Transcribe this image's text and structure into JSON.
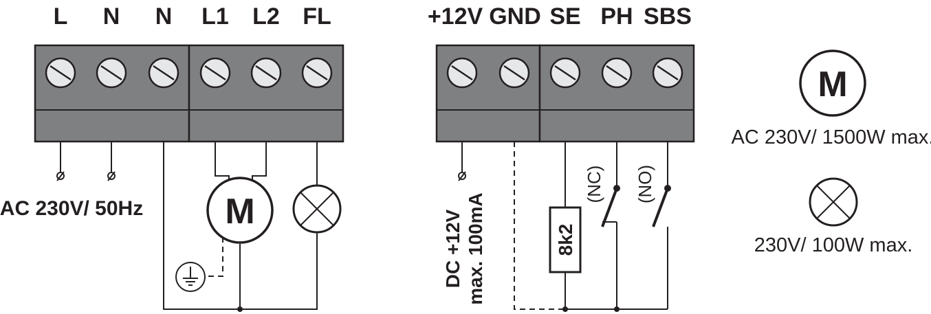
{
  "left_terminals": [
    "L",
    "N",
    "N",
    "L1",
    "L2",
    "FL"
  ],
  "right_terminals": [
    "+12V",
    "GND",
    "SE",
    "PH",
    "SBS"
  ],
  "supply_label": "AC 230V/ 50Hz",
  "dc_label_line1": "DC +12V",
  "dc_label_line2": "max. 100mA",
  "resistor_label": "8k2",
  "contact_nc": "(NC)",
  "contact_no": "(NO)",
  "motor_symbol": "M",
  "legend": {
    "motor_symbol": "M",
    "motor_spec": "AC 230V/ 1500W max.",
    "lamp_spec": "230V/ 100W max."
  },
  "colors": {
    "block": "#7f8082",
    "screw": "#e6e7e8",
    "line": "#231f20"
  },
  "icons": [
    "screw-terminal",
    "motor-symbol",
    "lamp-symbol",
    "ground-symbol",
    "resistor",
    "switch-contact"
  ]
}
